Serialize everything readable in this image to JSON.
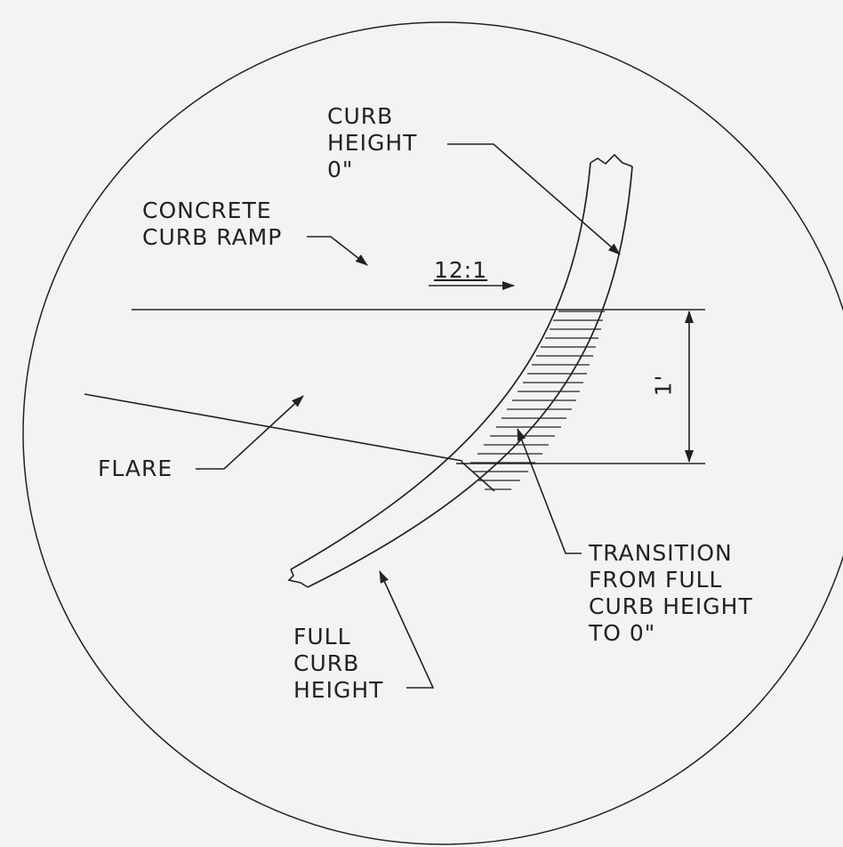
{
  "labels": {
    "curb_height_zero": [
      "CURB",
      "HEIGHT",
      "0\""
    ],
    "concrete_curb_ramp": [
      "CONCRETE",
      "CURB RAMP"
    ],
    "slope": "12:1",
    "dimension": "1'",
    "flare": "FLARE",
    "transition": [
      "TRANSITION",
      "FROM FULL",
      "CURB HEIGHT",
      "TO 0\""
    ],
    "full_curb_height": [
      "FULL",
      "CURB",
      "HEIGHT"
    ]
  },
  "colors": {
    "background": "#f3f3f1",
    "ink": "#222222"
  }
}
